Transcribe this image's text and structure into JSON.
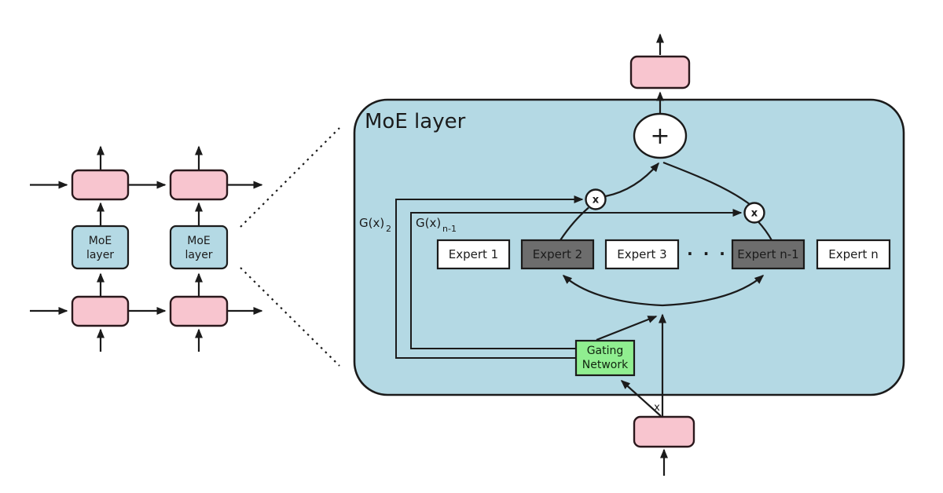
{
  "colors": {
    "background": "#ffffff",
    "panel_blue": "#b4d9e4",
    "box_pink": "#f8c5cf",
    "pink_border": "#2a181c",
    "gating_green": "#90ee90",
    "node_white": "#ffffff",
    "line_black": "#1b1b1b"
  },
  "panel": {
    "title": "MoE layer"
  },
  "mini": {
    "moe_line1": "MoE",
    "moe_line2": "layer"
  },
  "experts": [
    {
      "label": "Expert 1",
      "fill": "#ffffff"
    },
    {
      "label": "Expert 2",
      "fill": "#6d6d6d"
    },
    {
      "label": "Expert 3",
      "fill": "#ffffff"
    },
    {
      "label": "Expert n-1",
      "fill": "#6d6d6d"
    },
    {
      "label": "Expert n",
      "fill": "#ffffff"
    }
  ],
  "ellipsis": "· · ·",
  "gating": {
    "line1": "Gating",
    "line2": "Network"
  },
  "glabels": {
    "g2": "G(x)",
    "g2_sub": "2",
    "gn1": "G(x)",
    "gn1_sub": "n-1"
  },
  "ops": {
    "sum": "+",
    "mul": "x",
    "input_var": "x"
  }
}
